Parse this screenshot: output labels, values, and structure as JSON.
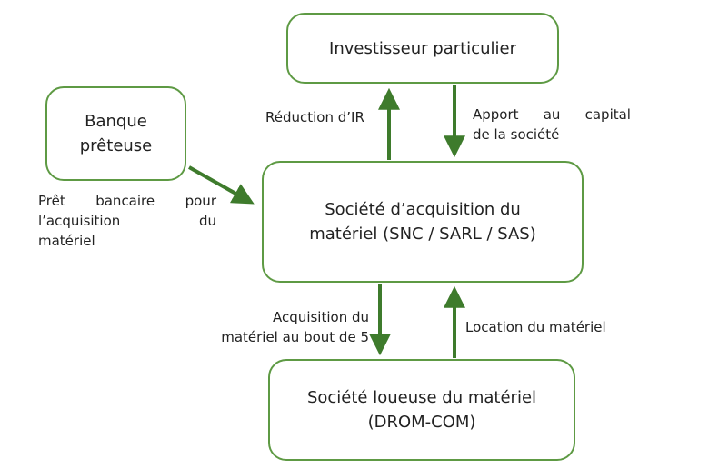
{
  "colors": {
    "accent": "#3e7b2c",
    "box_border": "#5e9a44",
    "text": "#222222"
  },
  "boxes": {
    "investor": {
      "line1": "Investisseur particulier"
    },
    "bank": {
      "line1": "Banque",
      "line2": "prêteuse"
    },
    "acquisition_company": {
      "line1": "Société d’acquisition du",
      "line2": "matériel (SNC / SARL / SAS)"
    },
    "rental_company": {
      "line1": "Société loueuse du matériel",
      "line2": "(DROM-COM)"
    }
  },
  "labels": {
    "ir_reduction": "Réduction d’IR",
    "capital_contribution": {
      "line1_words": [
        "Apport",
        "au",
        "capital"
      ],
      "line2": "de la société"
    },
    "bank_loan": {
      "line1_words": [
        "Prêt",
        "bancaire",
        "pour"
      ],
      "line2_words": [
        "l’acquisition",
        "du"
      ],
      "line3": "matériel"
    },
    "equipment_acquisition": {
      "line1": "Acquisition du",
      "line2": "matériel au bout de 5"
    },
    "equipment_rental": "Location du matériel"
  }
}
